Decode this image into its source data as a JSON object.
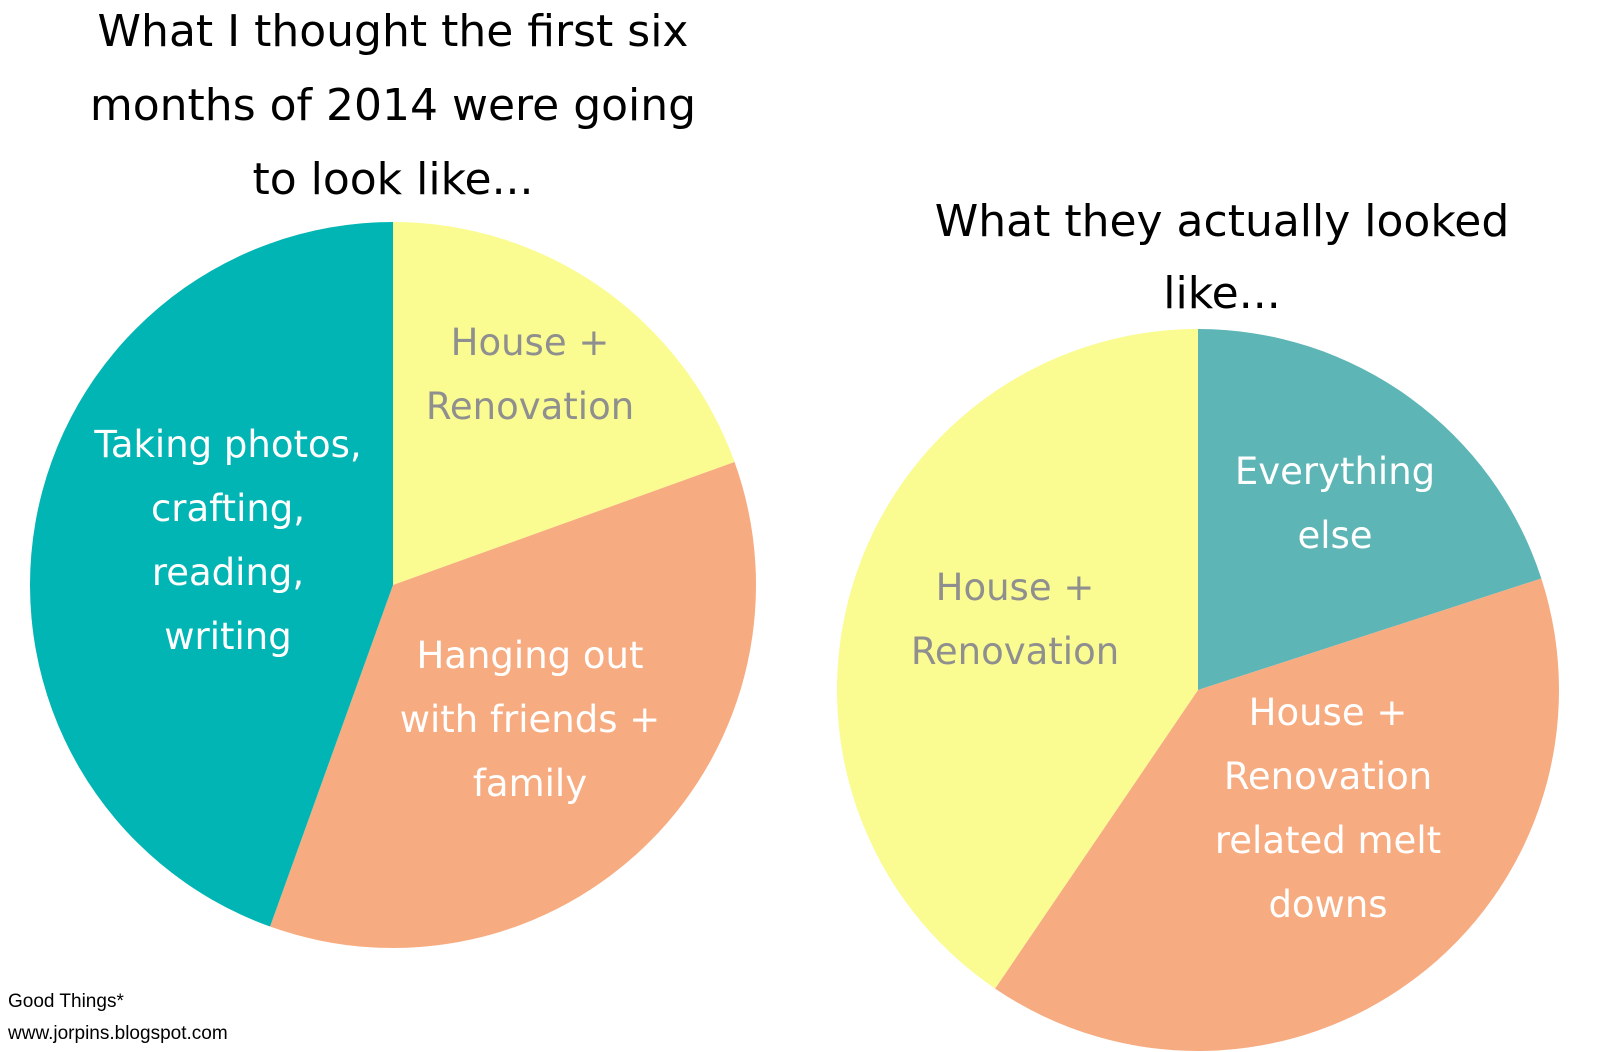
{
  "chart_data": [
    {
      "type": "pie",
      "title_lines": [
        "What I thought the first six",
        "months of 2014 were going",
        "to look like..."
      ],
      "slices": [
        {
          "label_lines": [
            "House +",
            "Renovation"
          ],
          "value": 19.5,
          "color": "#FAFB90",
          "label_color": "#8F8F8F"
        },
        {
          "label_lines": [
            "Hanging out",
            "with friends +",
            "family"
          ],
          "value": 36.0,
          "color": "#F7AB80",
          "label_color": "#FFFFFF"
        },
        {
          "label_lines": [
            "Taking photos,",
            "crafting,",
            "reading,",
            "writing"
          ],
          "value": 44.5,
          "color": "#00B5B3",
          "label_color": "#FFFFFF"
        }
      ]
    },
    {
      "type": "pie",
      "title_lines": [
        "What they actually looked",
        "like..."
      ],
      "slices": [
        {
          "label_lines": [
            "Everything",
            "else"
          ],
          "value": 20.0,
          "color": "#5DB5B5",
          "label_color": "#FFFFFF"
        },
        {
          "label_lines": [
            "House +",
            "Renovation",
            "related melt",
            "downs"
          ],
          "value": 39.5,
          "color": "#F7AB80",
          "label_color": "#FFFFFF"
        },
        {
          "label_lines": [
            "House +",
            "Renovation"
          ],
          "value": 40.5,
          "color": "#FAFB90",
          "label_color": "#8F8F8F"
        }
      ]
    }
  ],
  "credit": {
    "name": "Good Things*",
    "url": "www.jorpins.blogspot.com"
  }
}
